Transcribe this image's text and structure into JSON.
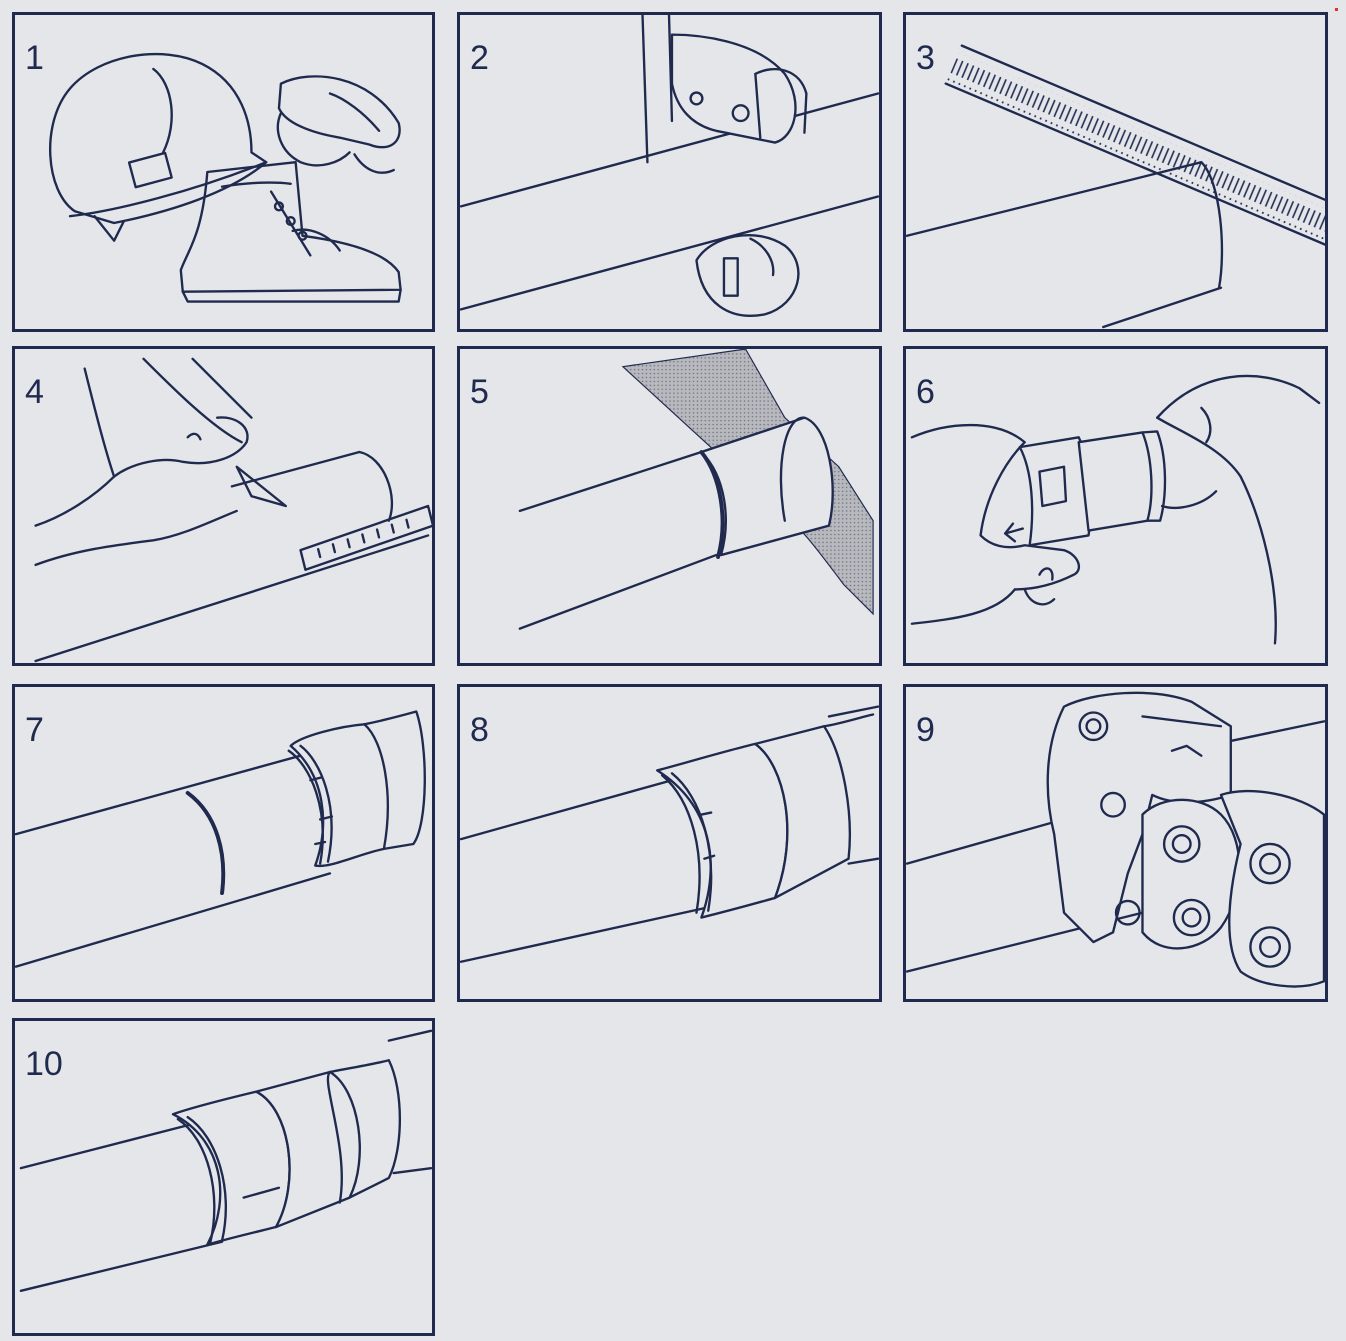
{
  "steps": [
    {
      "number": "1"
    },
    {
      "number": "2"
    },
    {
      "number": "3"
    },
    {
      "number": "4"
    },
    {
      "number": "5"
    },
    {
      "number": "6"
    },
    {
      "number": "7"
    },
    {
      "number": "8"
    },
    {
      "number": "9"
    },
    {
      "number": "10"
    }
  ],
  "colors": {
    "ink": "#1f2a4e",
    "background": "#e4e6ea"
  }
}
